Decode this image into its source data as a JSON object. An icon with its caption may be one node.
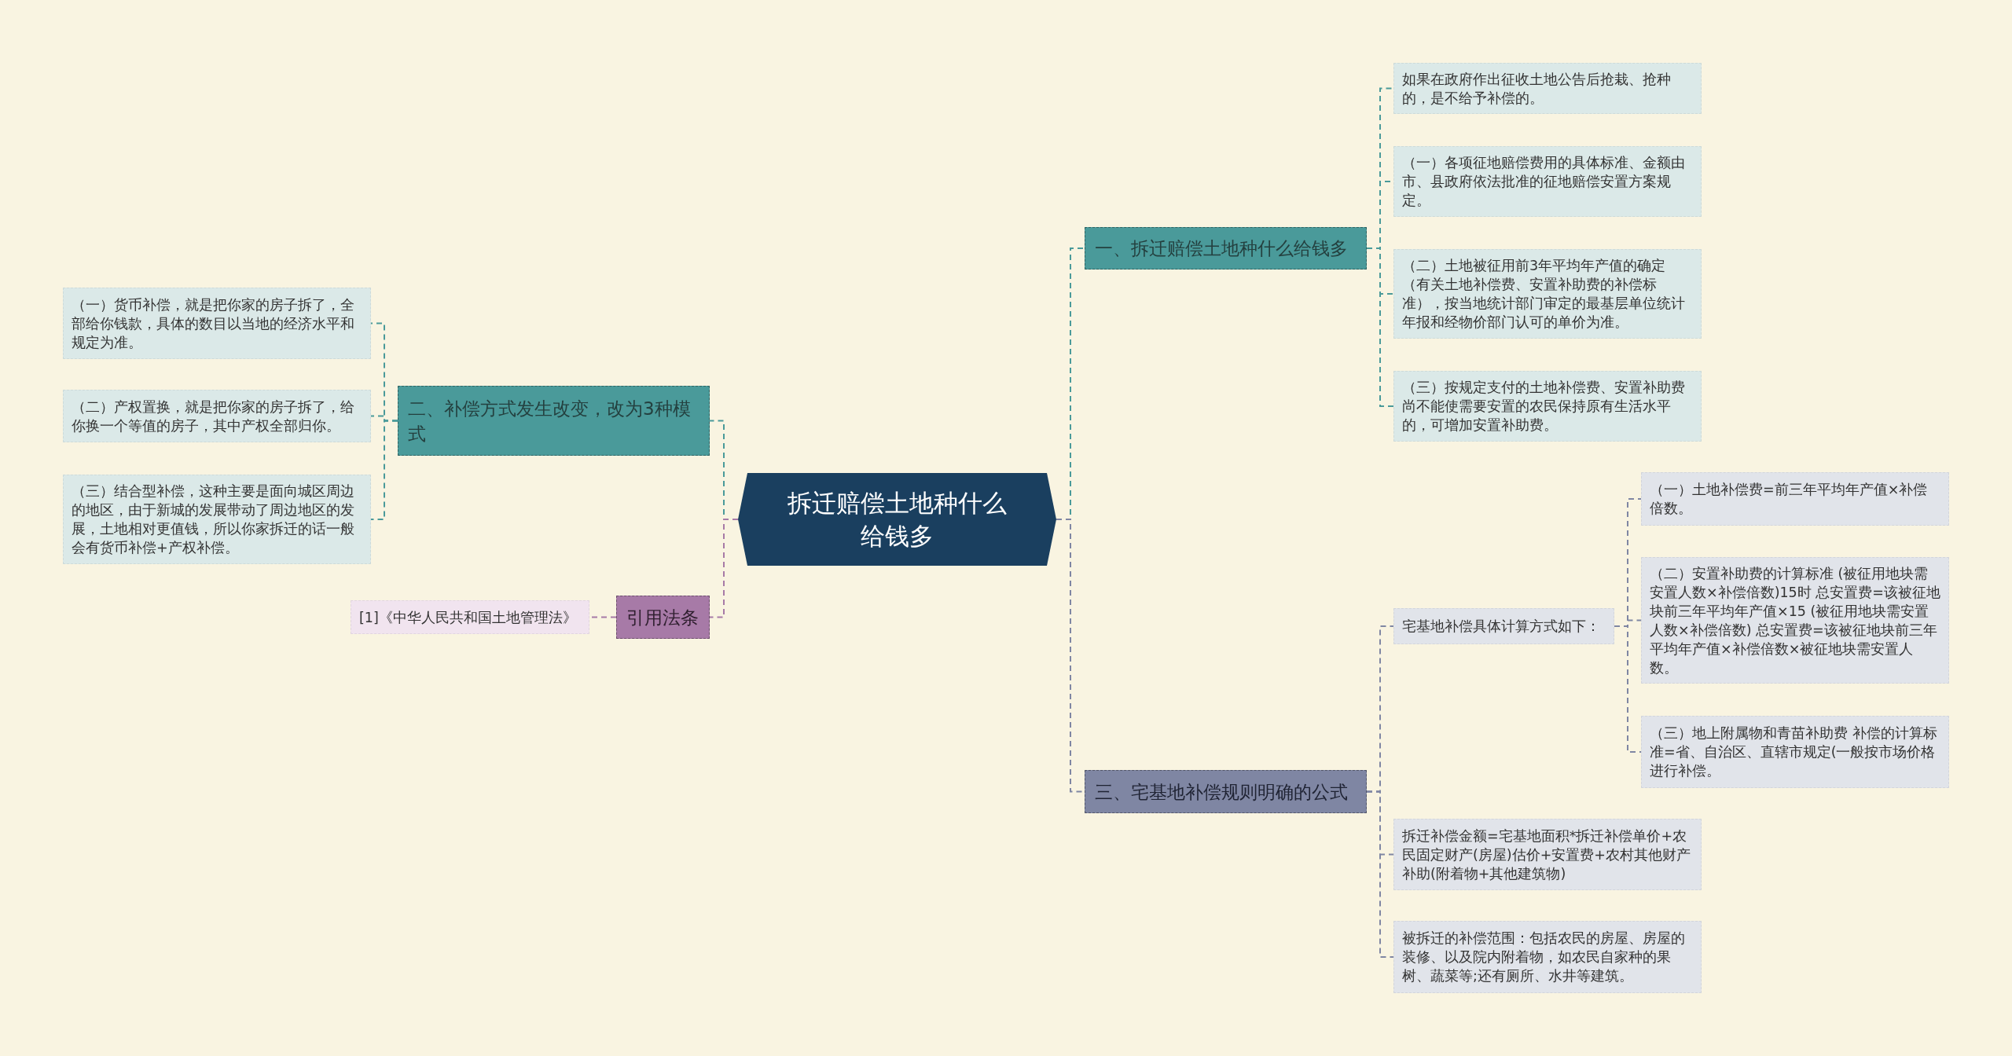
{
  "diagram": {
    "nodes": [
      {
        "text": [
          "拆迁赔偿土地种什么给钱多"
        ]
      },
      {
        "text": [
          "一、拆迁赔偿土地种什么给钱多"
        ]
      },
      {
        "text": [
          "如果在政府作出征收土地公告后抢栽、抢种的，是不给予补偿的。"
        ]
      },
      {
        "text": [
          "（一）各项征地赔偿费用的具体标准、金额由市、县政府依法批准的征地赔偿安置方案规定。"
        ]
      },
      {
        "text": [
          "（二）土地被征用前3年平均年产值的确定（有关土地补偿费、安置补助费的补偿标准），按当地统计部门审定的最基层单位统计年报和经物价部门认可的单价为准。"
        ]
      },
      {
        "text": [
          "（三）按规定支付的土地补偿费、安置补助费尚不能使需要安置的农民保持原有生活水平的，可增加安置补助费。"
        ]
      },
      {
        "text": [
          "二、补偿方式发生改变，改为3种模式"
        ]
      },
      {
        "text": [
          "（一）货币补偿，就是把你家的房子拆了，全部给你钱款，具体的数目以当地的经济水平和规定为准。"
        ]
      },
      {
        "text": [
          "（二）产权置换，就是把你家的房子拆了，给你换一个等值的房子，其中产权全部归你。"
        ]
      },
      {
        "text": [
          "（三）结合型补偿，这种主要是面向城区周边的地区，由于新城的发展带动了周边地区的发展，土地相对更值钱，所以你家拆迁的话一般会有货币补偿+产权补偿。"
        ]
      },
      {
        "text": [
          "引用法条"
        ]
      },
      {
        "text": [
          "[1]《中华人民共和国土地管理法》"
        ]
      },
      {
        "text": [
          "三、宅基地补偿规则明确的公式"
        ]
      },
      {
        "text": [
          "宅基地补偿具体计算方式如下："
        ]
      },
      {
        "text": [
          "（一）土地补偿费=前三年平均年产值×补偿倍数。"
        ]
      },
      {
        "text": [
          "（二）安置补助费的计算标准 (被征用地块需安置人数×补偿倍数)15时 总安置费=该被征地块前三年平均年产值×15 (被征用地块需安置人数×补偿倍数) 总安置费=该被征地块前三年平均年产值×补偿倍数×被征地块需安置人数。"
        ]
      },
      {
        "text": [
          "（三）地上附属物和青苗补助费 补偿的计算标准=省、自治区、直辖市规定(一般按市场价格进行补偿。"
        ]
      },
      {
        "text": [
          "拆迁补偿金额=宅基地面积*拆迁补偿单价+农民固定财产(房屋)估价+安置费+农村其他财产补助(附着物+其他建筑物)"
        ]
      },
      {
        "text": [
          "被拆迁的补偿范围：包括农民的房屋、房屋的装修、以及院内附着物，如农民自家种的果树、蔬菜等;还有厕所、水井等建筑。"
        ]
      }
    ],
    "edges": [
      {
        "from": 0,
        "to": 1,
        "arrow": "none",
        "style": "dashed"
      },
      {
        "from": 1,
        "to": 2,
        "arrow": "none",
        "style": "dashed"
      },
      {
        "from": 1,
        "to": 3,
        "arrow": "none",
        "style": "dashed"
      },
      {
        "from": 1,
        "to": 4,
        "arrow": "none",
        "style": "dashed"
      },
      {
        "from": 1,
        "to": 5,
        "arrow": "none",
        "style": "dashed"
      },
      {
        "from": 0,
        "to": 6,
        "arrow": "none",
        "style": "dashed"
      },
      {
        "from": 6,
        "to": 7,
        "arrow": "none",
        "style": "dashed"
      },
      {
        "from": 6,
        "to": 8,
        "arrow": "none",
        "style": "dashed"
      },
      {
        "from": 6,
        "to": 9,
        "arrow": "none",
        "style": "dashed"
      },
      {
        "from": 0,
        "to": 10,
        "arrow": "none",
        "style": "dashed",
        "color": "#a77aa7"
      },
      {
        "from": 10,
        "to": 11,
        "arrow": "none",
        "style": "dashed",
        "color": "#a77aa7"
      },
      {
        "from": 0,
        "to": 12,
        "arrow": "none",
        "style": "dashed",
        "color": "#7f86a3"
      },
      {
        "from": 12,
        "to": 13,
        "arrow": "none",
        "style": "dashed",
        "color": "#7f86a3"
      },
      {
        "from": 13,
        "to": 14,
        "arrow": "none",
        "style": "dashed",
        "color": "#7f86a3"
      },
      {
        "from": 13,
        "to": 15,
        "arrow": "none",
        "style": "dashed",
        "color": "#7f86a3"
      },
      {
        "from": 13,
        "to": 16,
        "arrow": "none",
        "style": "dashed",
        "color": "#7f86a3"
      },
      {
        "from": 12,
        "to": 17,
        "arrow": "none",
        "style": "dashed",
        "color": "#7f86a3"
      },
      {
        "from": 12,
        "to": 18,
        "arrow": "none",
        "style": "dashed",
        "color": "#7f86a3"
      }
    ]
  }
}
